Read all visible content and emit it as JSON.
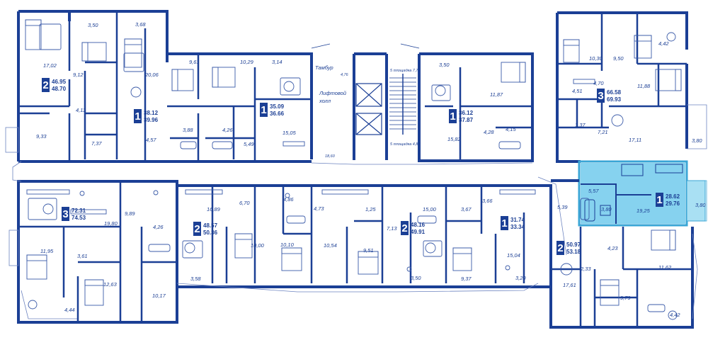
{
  "colors": {
    "wall": "#1b3f95",
    "wall_light": "#6d84c0",
    "fixture": "#3b5ba8",
    "highlight_fill": "#7fd0ee",
    "highlight_stroke": "#3aa6d6",
    "background": "#ffffff",
    "label": "#1c3f94"
  },
  "apartments": [
    {
      "id": "apt-a",
      "rooms": "2",
      "area_living": "46.95",
      "area_total": "48.70"
    },
    {
      "id": "apt-b",
      "rooms": "1",
      "area_living": "38.12",
      "area_total": "39.96"
    },
    {
      "id": "apt-c",
      "rooms": "1",
      "area_living": "35.09",
      "area_total": "36.66"
    },
    {
      "id": "apt-d",
      "rooms": "1",
      "area_living": "36.12",
      "area_total": "37.87"
    },
    {
      "id": "apt-e",
      "rooms": "3",
      "area_living": "66.58",
      "area_total": "69.93"
    },
    {
      "id": "apt-f",
      "rooms": "1",
      "area_living": "28.62",
      "area_total": "29.76",
      "highlighted": true
    },
    {
      "id": "apt-g",
      "rooms": "3",
      "area_living": "72.31",
      "area_total": "74.53"
    },
    {
      "id": "apt-h",
      "rooms": "2",
      "area_living": "48.57",
      "area_total": "50.36"
    },
    {
      "id": "apt-i",
      "rooms": "2",
      "area_living": "48.16",
      "area_total": "49.91"
    },
    {
      "id": "apt-j",
      "rooms": "1",
      "area_living": "31.74",
      "area_total": "33.34"
    },
    {
      "id": "apt-k",
      "rooms": "2",
      "area_living": "50.97",
      "area_total": "53.18"
    }
  ],
  "room_areas": [
    "3,50",
    "3,68",
    "17,02",
    "9,12",
    "20,06",
    "4,11",
    "9,33",
    "7,37",
    "4,57",
    "9,61",
    "10,29",
    "3,14",
    "3,88",
    "4,26",
    "5,49",
    "15,05",
    "3,50",
    "11,87",
    "4,28",
    "15,82",
    "4,15",
    "10,30",
    "9,50",
    "4,42",
    "4,70",
    "4,51",
    "11,88",
    "1,37",
    "7,21",
    "17,11",
    "3,80",
    "5,57",
    "3,80",
    "19,25",
    "3,80",
    "9,89",
    "4,26",
    "19,80",
    "11,95",
    "3,61",
    "12,63",
    "4,44",
    "10,17",
    "6,70",
    "16,89",
    "3,58",
    "10,00",
    "4,86",
    "10,10",
    "4,73",
    "1,25",
    "10,54",
    "9,51",
    "15,00",
    "3,67",
    "3,66",
    "7,13",
    "3,50",
    "9,37",
    "15,04",
    "3,20",
    "5,39",
    "4,23",
    "2,33",
    "11,62",
    "17,61",
    "9,79",
    "4,42"
  ],
  "lobby": {
    "tambour": "Тамбур",
    "tambour_area": "4,76",
    "hall_line1": "Лифтовой",
    "hall_line2": "холл",
    "hall_area": "18,60",
    "stair_top": "5 площадка 7,77",
    "stair_bottom": "5 площадка 4,83"
  }
}
